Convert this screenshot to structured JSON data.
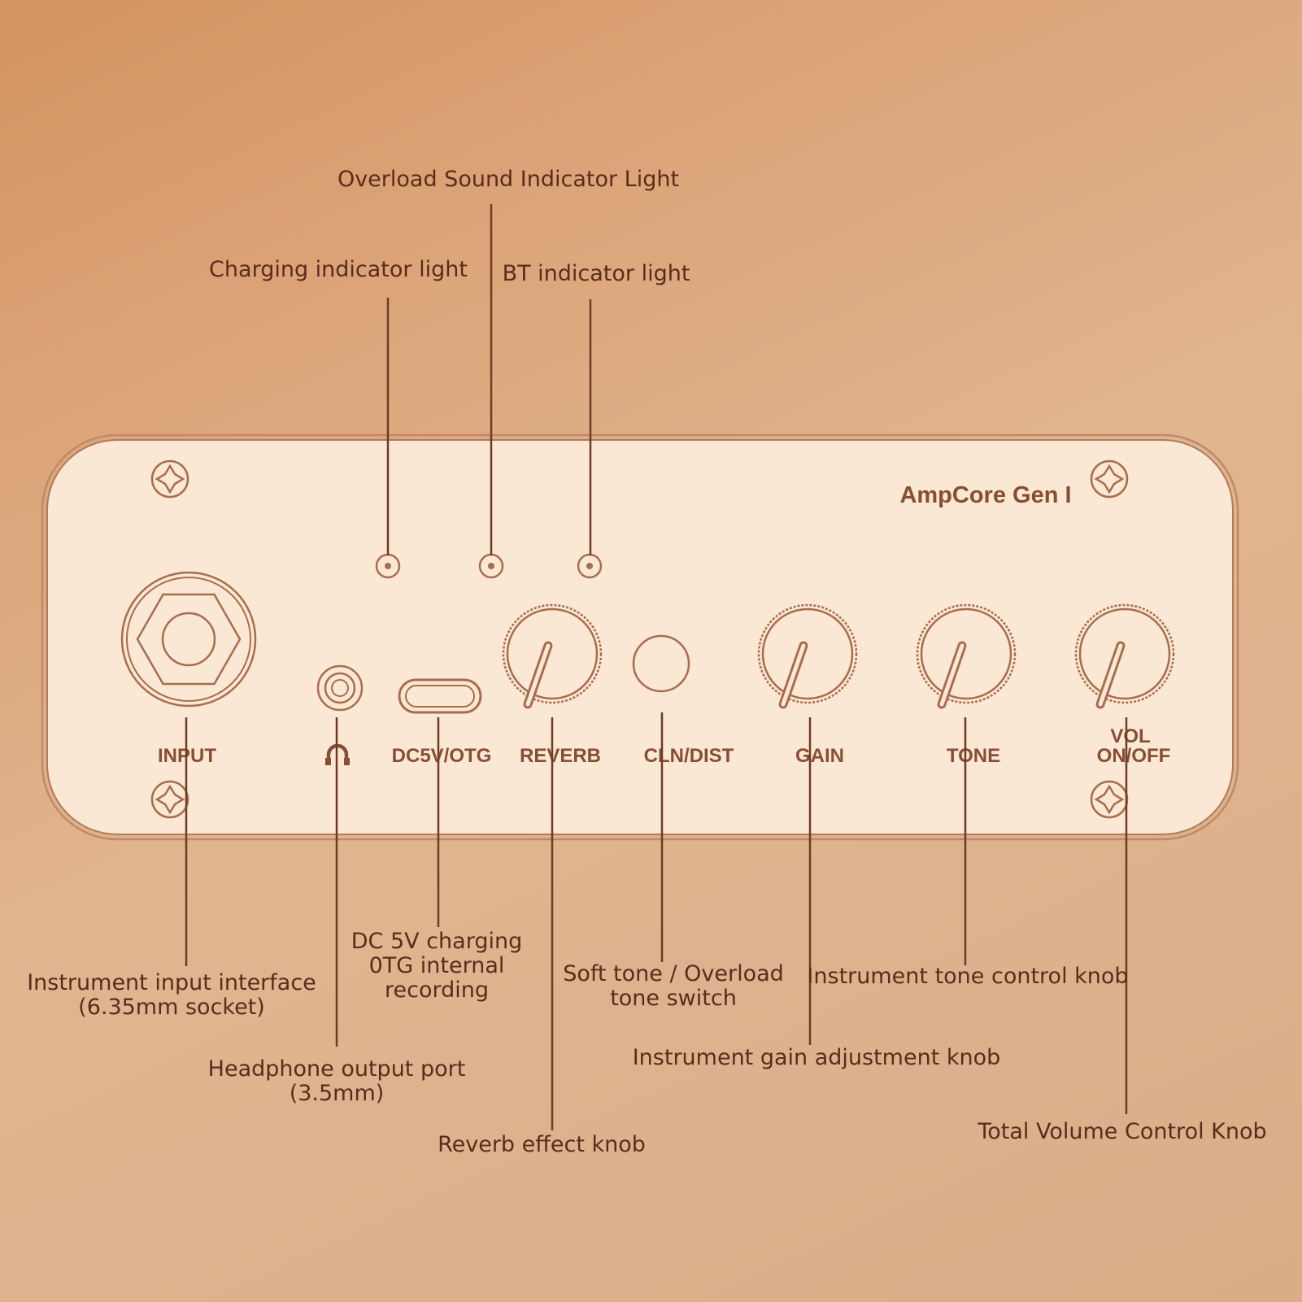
{
  "brand": "AmpCore Gen I",
  "panel_labels": {
    "input": "INPUT",
    "headphone_icon": "headphones-icon",
    "dc": "DC5V/OTG",
    "reverb": "REVERB",
    "cln_dist": "CLN/DIST",
    "gain": "GAIN",
    "tone": "TONE",
    "vol_line1": "VOL",
    "vol_line2": "ON/OFF"
  },
  "callouts": {
    "overload_light": "Overload Sound Indicator Light",
    "charging_light": "Charging indicator light",
    "bt_light": "BT indicator light",
    "input_interface": [
      "Instrument input interface",
      "(6.35mm socket)"
    ],
    "headphone_port": [
      "Headphone output port",
      "(3.5mm)"
    ],
    "dc_charging": [
      "DC 5V charging",
      "0TG internal",
      "recording"
    ],
    "reverb_knob": "Reverb effect knob",
    "tone_switch": [
      "Soft tone / Overload",
      "tone switch"
    ],
    "tone_knob": "Instrument tone control knob",
    "gain_knob": "Instrument gain adjustment knob",
    "volume_knob": "Total Volume Control Knob"
  },
  "colors": {
    "line": "#6e3b27",
    "panel_fill": "#fbe7d3",
    "panel_stroke": "#b27a5a",
    "label": "#874e33",
    "text": "#5a2c1b"
  }
}
